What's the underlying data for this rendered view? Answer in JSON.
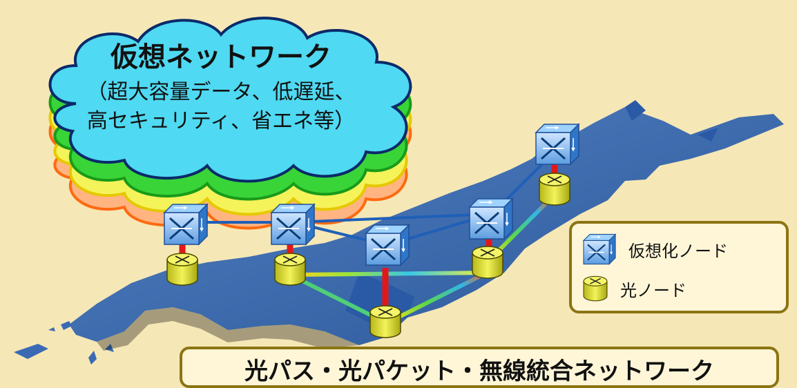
{
  "cloud": {
    "title": "仮想ネットワーク",
    "line1": "（超大容量データ、低遅延、",
    "line2": "高セキュリティ、省エネ等）"
  },
  "legend": {
    "virtual_node": "仮想化ノード",
    "optical_node": "光ノード"
  },
  "bottom_title": "光パス・光パケット・無線統合ネットワーク",
  "colors": {
    "background": "#f6e7b6",
    "cloud_cyan": "#4fd9f2",
    "cloud_green": "#38d438",
    "cloud_yellow": "#f4f35a",
    "cloud_orange": "#ffb482",
    "map_blue": "#2f5ea6",
    "link_blue": "#1f5fb8",
    "vertical_link_red": "#e21818",
    "optical_node_yellow": "#e2e23a",
    "box_border": "#8b7412"
  }
}
